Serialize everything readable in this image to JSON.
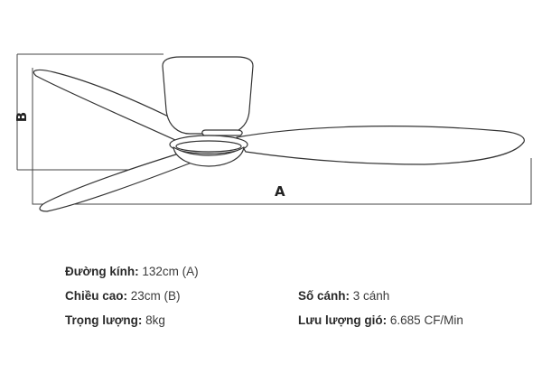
{
  "diagram": {
    "dimension_a": "A",
    "dimension_b": "B"
  },
  "specs": {
    "diameter": {
      "label": "Đường kính:",
      "value": "132cm (A)"
    },
    "height": {
      "label": "Chiều cao:",
      "value": "23cm (B)"
    },
    "weight": {
      "label": "Trọng lượng:",
      "value": "8kg"
    },
    "blades": {
      "label": "Số cánh:",
      "value": "3 cánh"
    },
    "airflow": {
      "label": "Lưu lượng gió:",
      "value": "6.685 CF/Min"
    }
  },
  "colors": {
    "line": "#444444",
    "text": "#222222"
  }
}
